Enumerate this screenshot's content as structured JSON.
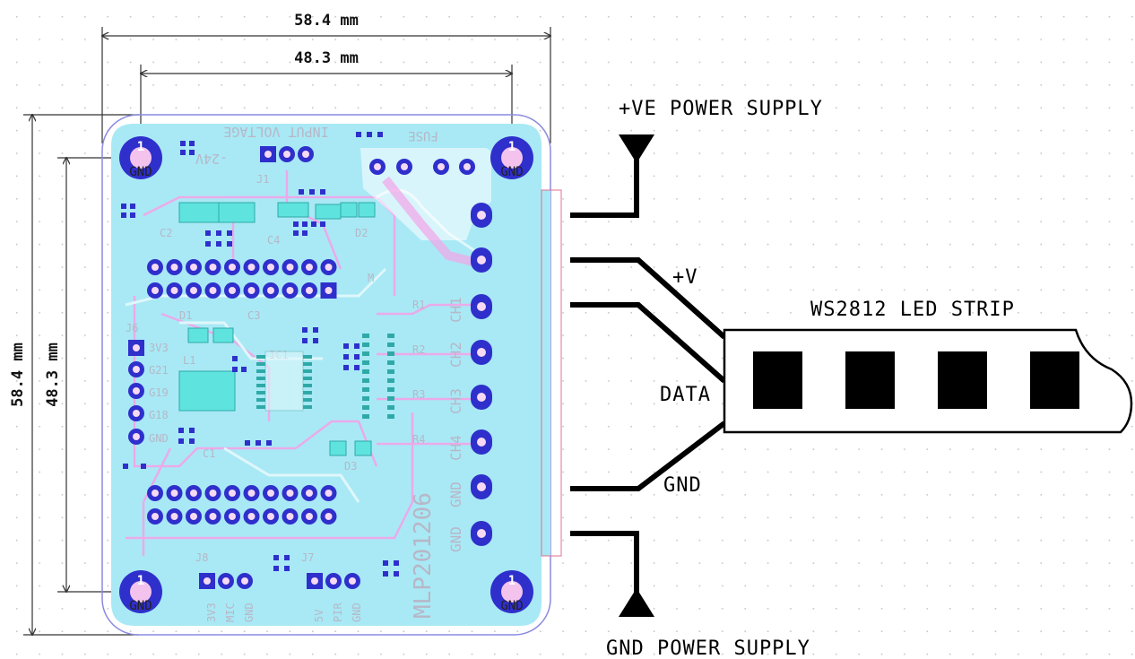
{
  "dimensions": {
    "outer_width": "58.4 mm",
    "inner_width": "48.3 mm",
    "outer_height": "58.4 mm",
    "inner_height": "48.3 mm"
  },
  "board": {
    "id": "MLP201206",
    "input_voltage": "INPUT VOLTAGE",
    "voltage_range": "-24V",
    "fuse": "FUSE",
    "mount_pin": "1",
    "mount_label": "GND",
    "channels": [
      "CH1",
      "CH2",
      "CH3",
      "CH4",
      "GND",
      "GND"
    ],
    "j6_pins": [
      "3V3",
      "G21",
      "G19",
      "G18",
      "GND"
    ],
    "j8_pins": [
      "3V3",
      "MIC",
      "GND"
    ],
    "j7_pins": [
      "5V",
      "PIR",
      "GND"
    ],
    "refs": {
      "j1": "J1",
      "j6": "J6",
      "j7": "J7",
      "j8": "J8",
      "c1": "C1",
      "c2": "C2",
      "c3": "C3",
      "c4": "C4",
      "d1": "D1",
      "d2": "D2",
      "d3": "D3",
      "l1": "L1",
      "ic1": "IC1",
      "r1": "R1",
      "r2": "R2",
      "r3": "R3",
      "r4": "R4",
      "m": "M"
    }
  },
  "labels": {
    "pos_supply": "+VE POWER SUPPLY",
    "gnd_supply": "GND POWER SUPPLY",
    "plus_v": "+V",
    "data": "DATA",
    "gnd": "GND",
    "strip": "WS2812 LED STRIP"
  },
  "colors": {
    "board": "#a8e9f5",
    "pad": "#2f2fcc",
    "silk": "#f0a0ea",
    "wire": "#000000"
  }
}
